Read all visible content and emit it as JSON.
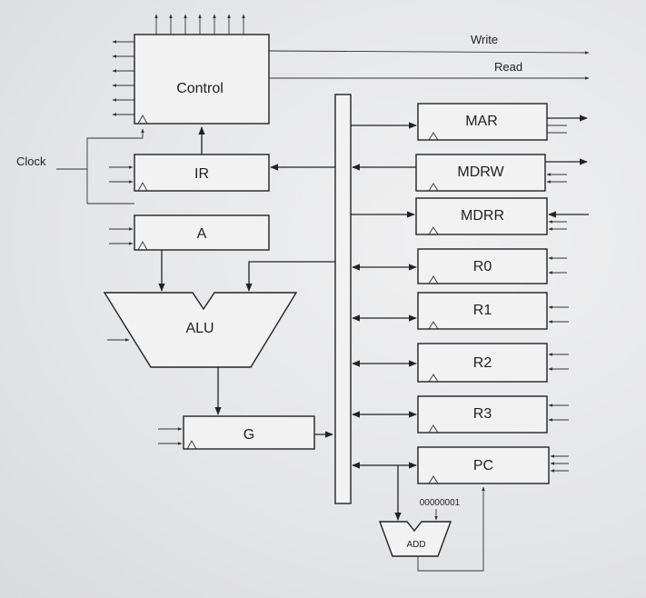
{
  "control": {
    "label": "Control"
  },
  "signals": {
    "write": "Write",
    "read": "Read",
    "clock": "Clock"
  },
  "registers": {
    "ir": "IR",
    "a": "A",
    "g": "G",
    "mar": "MAR",
    "mdrw": "MDRW",
    "mdrr": "MDRR",
    "r0": "R0",
    "r1": "R1",
    "r2": "R2",
    "r3": "R3",
    "pc": "PC"
  },
  "alu": {
    "label": "ALU"
  },
  "adder": {
    "label": "ADD",
    "constant": "00000001"
  }
}
